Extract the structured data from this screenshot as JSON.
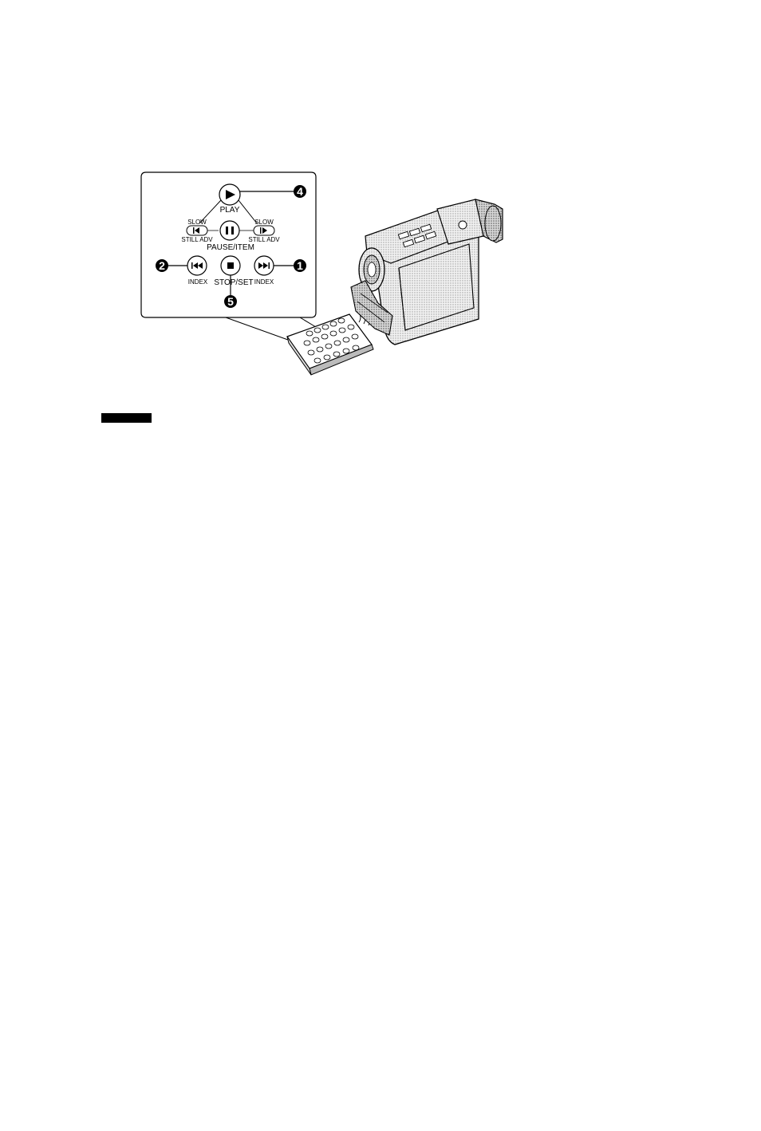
{
  "remote_panel": {
    "play_label": "PLAY",
    "slow_left_label": "SLOW",
    "slow_right_label": "SLOW",
    "still_adv_left_label": "STILL ADV",
    "still_adv_right_label": "STILL ADV",
    "pause_label": "PAUSE/ITEM",
    "index_left_label": "INDEX",
    "index_right_label": "INDEX",
    "stop_label": "STOP/SET"
  },
  "callouts": {
    "play": "4",
    "skip_back": "2",
    "skip_forward": "1",
    "stop": "5"
  },
  "icons": [
    "play-icon",
    "pause-icon",
    "stop-icon",
    "skip-back-icon",
    "skip-forward-icon",
    "slow-reverse-icon",
    "slow-forward-icon"
  ],
  "colors": {
    "ink": "#000000",
    "paper": "#ffffff",
    "shade": "#cfcfcf"
  }
}
